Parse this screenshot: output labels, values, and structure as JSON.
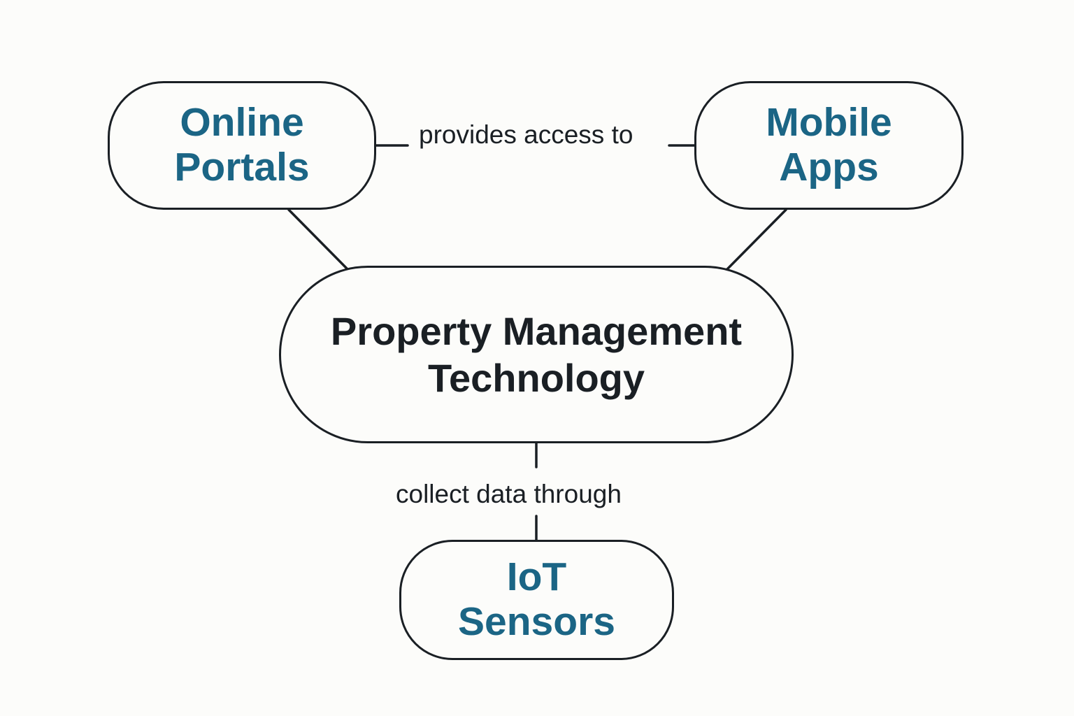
{
  "diagram": {
    "nodes": {
      "center": {
        "lines": [
          "Property Management",
          "Technology"
        ]
      },
      "online_portals": {
        "lines": [
          "Online",
          "Portals"
        ]
      },
      "mobile_apps": {
        "lines": [
          "Mobile",
          "Apps"
        ]
      },
      "iot_sensors": {
        "lines": [
          "IoT",
          "Sensors"
        ]
      }
    },
    "edges": [
      {
        "from": "online_portals",
        "to": "mobile_apps",
        "label": "provides access to"
      },
      {
        "from": "online_portals",
        "to": "center",
        "label": ""
      },
      {
        "from": "mobile_apps",
        "to": "center",
        "label": ""
      },
      {
        "from": "center",
        "to": "iot_sensors",
        "label": "collect data through"
      }
    ],
    "colors": {
      "background": "#fcfcfa",
      "stroke": "#1a1f24",
      "satellite_text": "#1b6585",
      "center_text": "#1a1f24"
    }
  }
}
